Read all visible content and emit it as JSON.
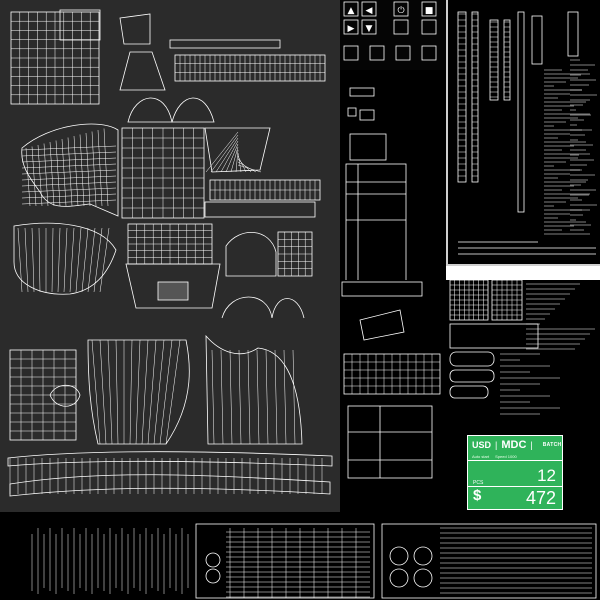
{
  "colors": {
    "main_sheet_bg": "#2b2b2b",
    "dark_sheet_bg": "#000000",
    "wire": "#ffffff",
    "gauge_bg": "#2fb35a"
  },
  "icons": {
    "nav_buttons": [
      "arrow-up-icon",
      "arrow-left-icon",
      "arrow-right-icon",
      "arrow-down-icon",
      "power-icon",
      "square-icon"
    ]
  },
  "gauge": {
    "currency": "USD",
    "separator": "|",
    "unit": "MDC",
    "batch": "BATCH",
    "sub_a": "Auto start",
    "sub_b": "Speed 1000",
    "pcs_label": "PCS",
    "count": "12",
    "currency_symbol": "$",
    "amount": "472"
  }
}
